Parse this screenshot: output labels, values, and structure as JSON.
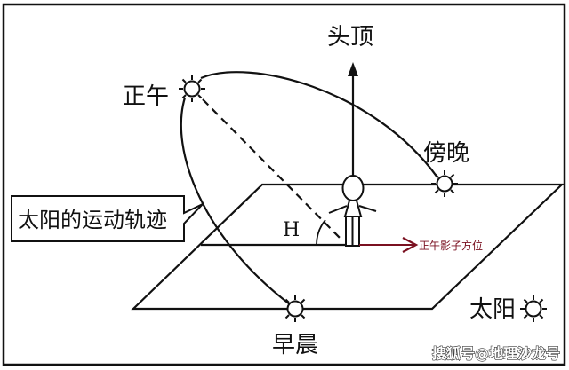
{
  "labels": {
    "zenith": "头顶",
    "noon": "正午",
    "evening": "傍晚",
    "morning": "早晨",
    "sun_legend": "太阳",
    "angle": "H",
    "shadow_direction": "正午影子方位",
    "trajectory_callout": "太阳的运动轨迹"
  },
  "watermark": "搜狐号@地理沙龙号",
  "colors": {
    "line": "#111111",
    "shadow_arrow": "#7a1020"
  }
}
